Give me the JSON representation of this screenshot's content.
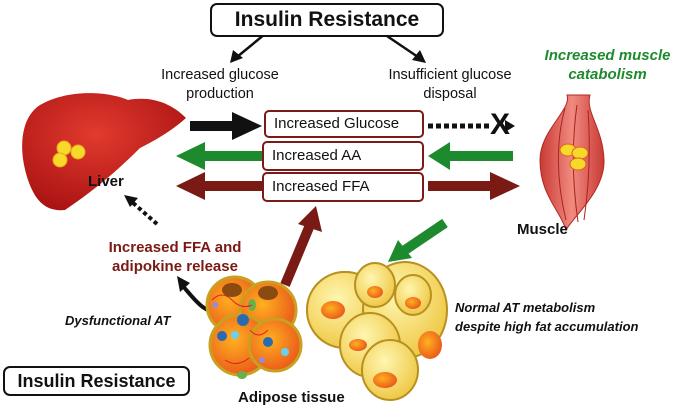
{
  "title_top": "Insulin Resistance",
  "title_bottom": "Insulin Resistance",
  "labels": {
    "glucose_production": [
      "Increased glucose",
      "production"
    ],
    "glucose_disposal": [
      "Insufficient glucose",
      "disposal"
    ],
    "muscle_catabolism": [
      "Increased muscle",
      "catabolism"
    ],
    "liver": "Liver",
    "muscle": "Muscle",
    "ffa_release": [
      "Increased FFA and",
      "adipokine release"
    ],
    "dysfunctional_at": "Dysfunctional AT",
    "normal_at": [
      "Normal AT metabolism",
      "despite high fat accumulation"
    ],
    "adipose": "Adipose tissue"
  },
  "boxes": {
    "glucose": "Increased Glucose",
    "aa": "Increased  AA",
    "ffa": "Increased FFA"
  },
  "blocked_marker": "X",
  "colors": {
    "green": "#1e8a2e",
    "darkred": "#7a1a14",
    "black": "#111111",
    "liver": "#c41e1e",
    "muscle": "#e0594f",
    "fat": "#f5d84a"
  }
}
